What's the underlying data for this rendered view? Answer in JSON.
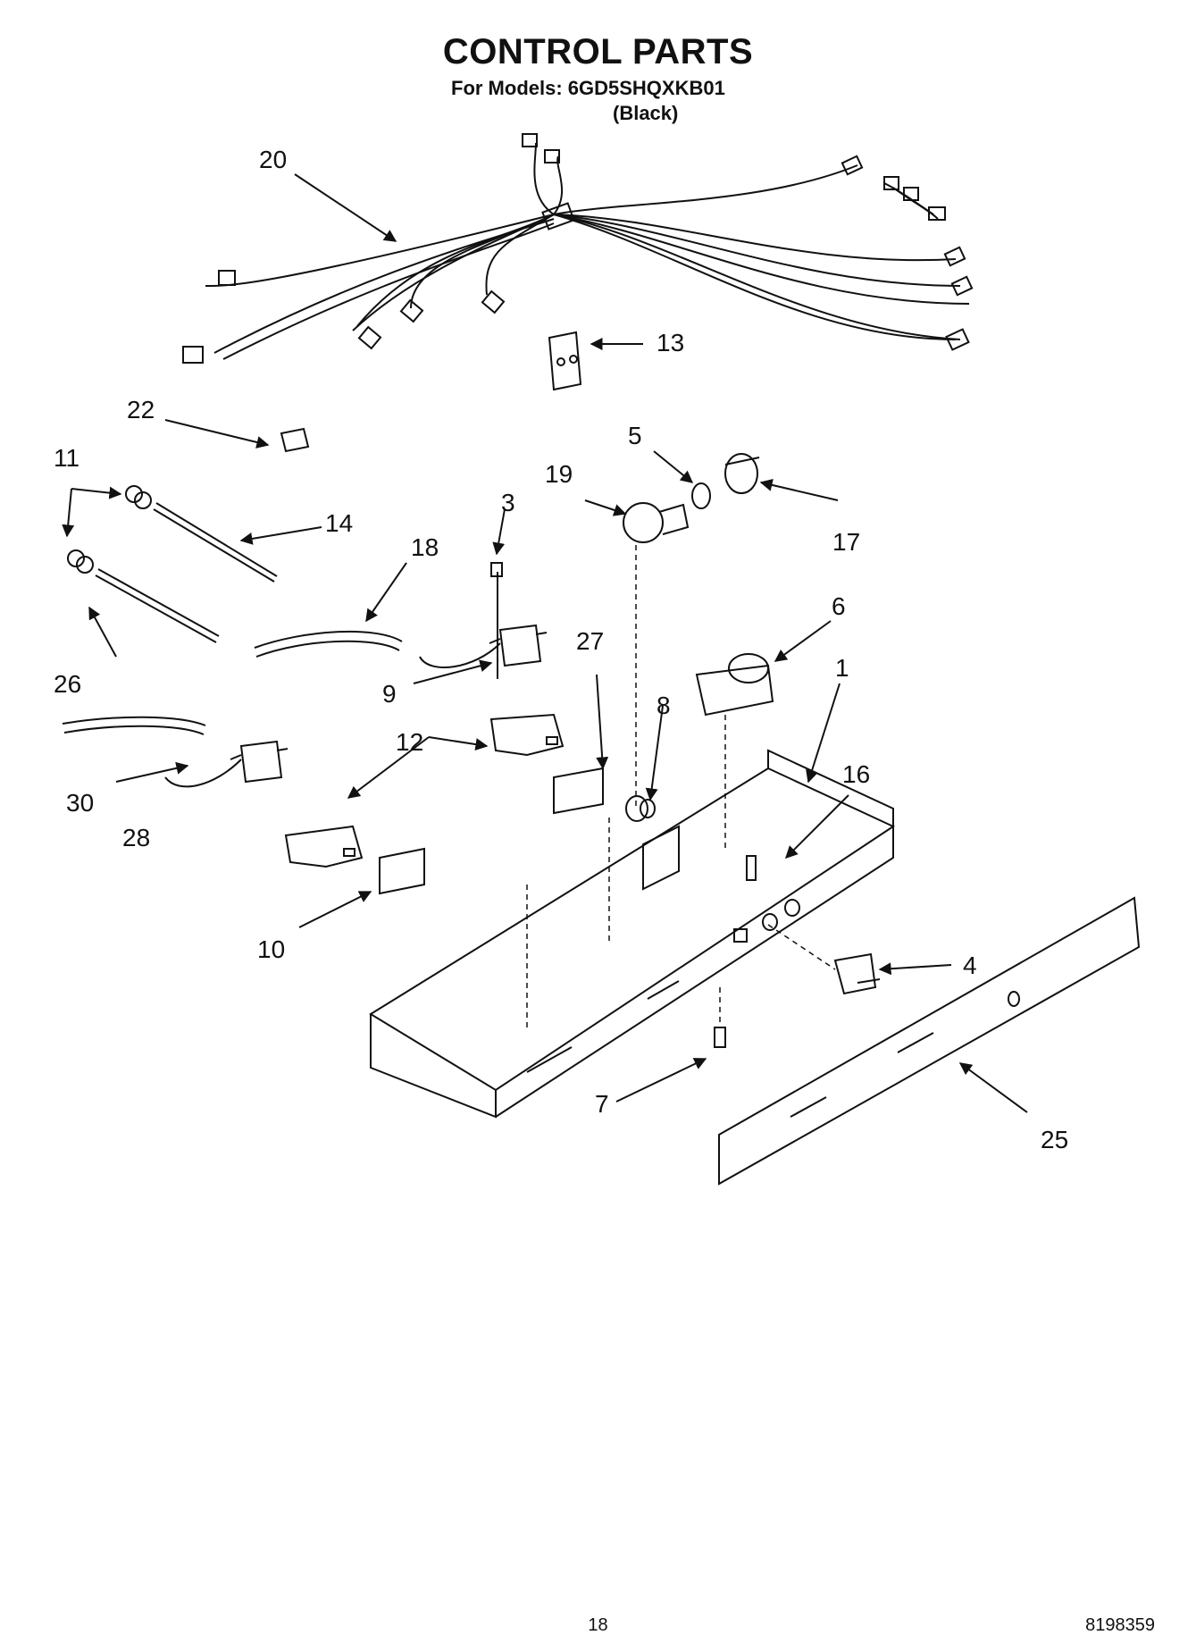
{
  "header": {
    "title": "CONTROL PARTS",
    "models_line": "For Models: 6GD5SHQXKB01",
    "variant": "(Black)"
  },
  "callouts": {
    "p1": "1",
    "p3": "3",
    "p4": "4",
    "p5": "5",
    "p6": "6",
    "p7": "7",
    "p8": "8",
    "p9": "9",
    "p10": "10",
    "p11": "11",
    "p12": "12",
    "p13": "13",
    "p14": "14",
    "p16": "16",
    "p17": "17",
    "p18": "18",
    "p19": "19",
    "p20": "20",
    "p22": "22",
    "p25": "25",
    "p26": "26",
    "p27": "27",
    "p28": "28",
    "p30": "30"
  },
  "footer": {
    "page_number": "18",
    "document_number": "8198359"
  }
}
